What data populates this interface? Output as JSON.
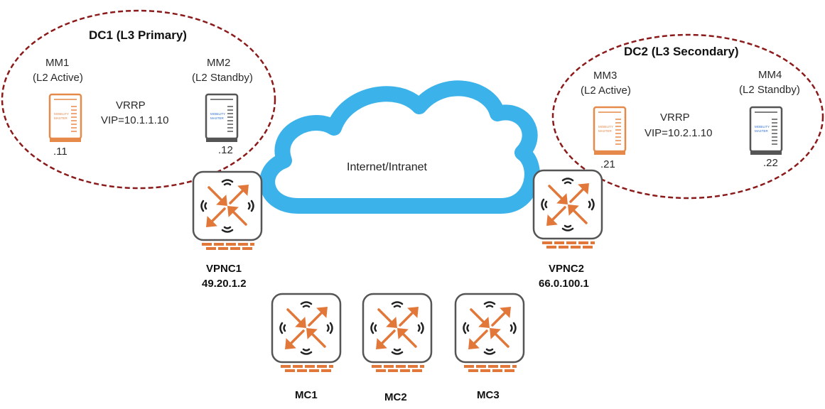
{
  "dc1": {
    "title": "DC1 (L3 Primary)",
    "mm1": {
      "name": "MM1",
      "role": "(L2 Active)",
      "ip": ".11"
    },
    "mm2": {
      "name": "MM2",
      "role": "(L2 Standby)",
      "ip": ".12"
    },
    "vrrp": "VRRP",
    "vip": "VIP=10.1.1.10",
    "color": "#8b1a1a"
  },
  "dc2": {
    "title": "DC2 (L3 Secondary)",
    "mm3": {
      "name": "MM3",
      "role": "(L2 Active)",
      "ip": ".21"
    },
    "mm4": {
      "name": "MM4",
      "role": "(L2 Standby)",
      "ip": ".22"
    },
    "vrrp": "VRRP",
    "vip": "VIP=10.2.1.10",
    "color": "#8b1a1a"
  },
  "cloud": {
    "label": "Internet/Intranet",
    "color": "#3cb2ea"
  },
  "vpnc1": {
    "name": "VPNC1",
    "ip": "49.20.1.2"
  },
  "vpnc2": {
    "name": "VPNC2",
    "ip": "66.0.100.1"
  },
  "mc1": {
    "name": "MC1"
  },
  "mc2": {
    "name": "MC2"
  },
  "mc3": {
    "name": "MC3"
  },
  "device": {
    "label_line1": "MOBILITY",
    "label_line2": "MASTER",
    "active_color": "#e58a4a",
    "standby_color": "#555555",
    "standby_label_color": "#2f6fd0",
    "controller_accent": "#e2773a"
  }
}
